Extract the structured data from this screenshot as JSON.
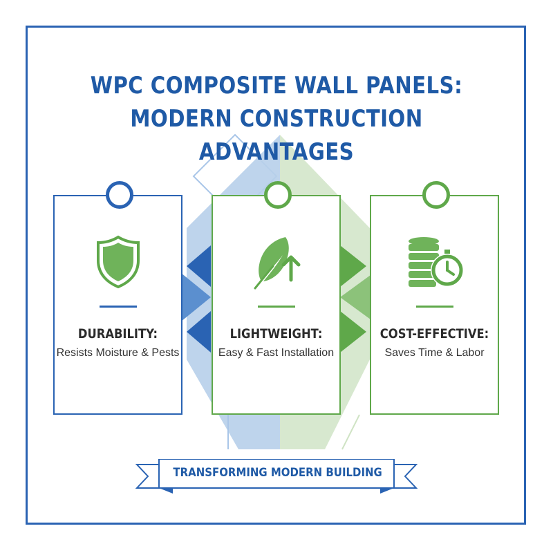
{
  "title": {
    "line1": "WPC COMPOSITE WALL PANELS:",
    "line2": "MODERN CONSTRUCTION ADVANTAGES"
  },
  "cards": [
    {
      "title": "DURABILITY:",
      "description": "Resists Moisture & Pests",
      "icon": "shield-icon",
      "accent": "#2a63b3"
    },
    {
      "title": "LIGHTWEIGHT:",
      "description": "Easy & Fast Installation",
      "icon": "feather-icon",
      "accent": "#5fa84a"
    },
    {
      "title": "COST-EFFECTIVE:",
      "description": "Saves Time & Labor",
      "icon": "coins-clock-icon",
      "accent": "#5fa84a"
    }
  ],
  "banner": {
    "text": "TRANSFORMING MODERN BUILDING"
  },
  "colors": {
    "blue": "#2a63b3",
    "green": "#5fa84a",
    "light_blue": "#a9c6e8",
    "light_green": "#cfe3c4"
  }
}
